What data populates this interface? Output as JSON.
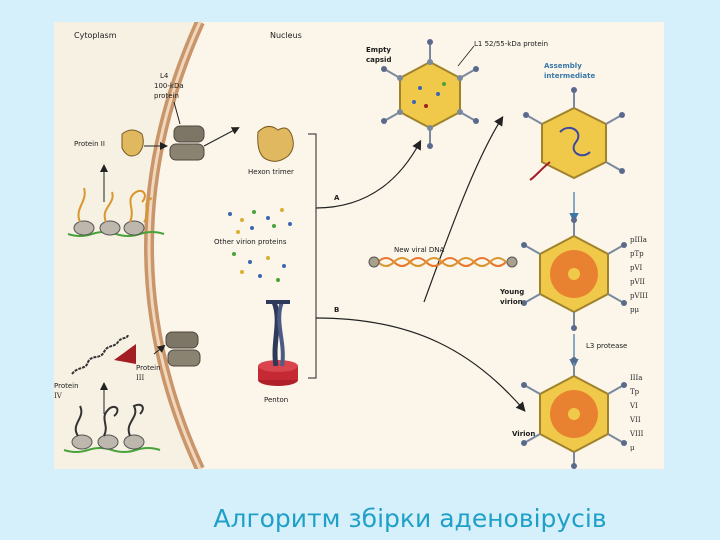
{
  "labels": {
    "cytoplasm": "Cytoplasm",
    "nucleus": "Nucleus",
    "l4_line1": "L4",
    "l4_line2": "100-kDa",
    "l4_line3": "protein",
    "protein_ii": "Protein II",
    "hexon_trimer": "Hexon trimer",
    "other_virion_proteins": "Other virion proteins",
    "penton": "Penton",
    "protein_iii_line1": "Protein",
    "protein_iii_line2": "III",
    "protein_iv_line1": "Protein",
    "protein_iv_line2": "IV",
    "empty_capsid_line1": "Empty",
    "empty_capsid_line2": "capsid",
    "l1_protein": "L1 52/55-kDa protein",
    "assembly_line1": "Assembly",
    "assembly_line2": "intermediate",
    "path_a": "A",
    "path_b": "B",
    "new_viral_dna": "New viral DNA",
    "young_virion_line1": "Young",
    "young_virion_line2": "virion",
    "l3_protease": "L3 protease",
    "virion": "Virion"
  },
  "young_virion_proteins": [
    "pIIIa",
    "pTp",
    "pVI",
    "pVII",
    "pVIII",
    "pμ"
  ],
  "virion_proteins": [
    "IIIa",
    "Tp",
    "VI",
    "VII",
    "VIII",
    "μ"
  ],
  "caption": "Алгоритм збірки аденовірусів",
  "colors": {
    "page_bg": "#d6f0fb",
    "figure_bg": "#f7f1e3",
    "membrane": "#c9956a",
    "capsid": "#f0c94a",
    "caption": "#1fa0c8"
  }
}
